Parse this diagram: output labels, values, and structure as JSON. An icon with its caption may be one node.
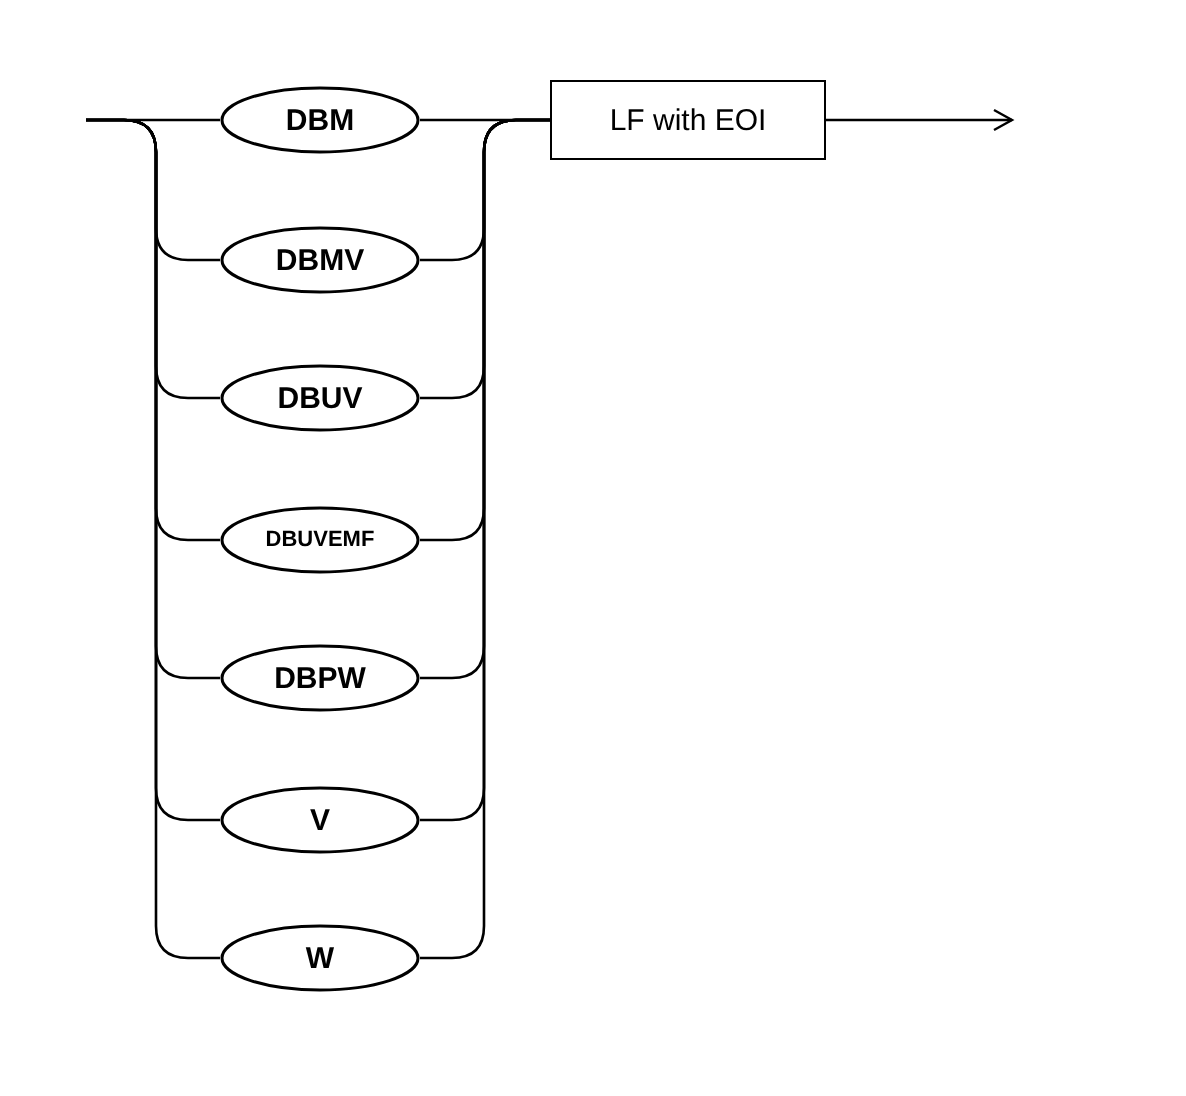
{
  "diagram": {
    "nodes": [
      {
        "text": [
          "DBM"
        ]
      },
      {
        "text": [
          "DBMV"
        ]
      },
      {
        "text": [
          "DBUV"
        ]
      },
      {
        "text": [
          "DBUVEMF"
        ]
      },
      {
        "text": [
          "DBPW"
        ]
      },
      {
        "text": [
          "V"
        ]
      },
      {
        "text": [
          "W"
        ]
      },
      {
        "text": [
          "LF with EOI"
        ]
      }
    ],
    "edges": [
      {
        "from": null,
        "to": 0,
        "arrow": "none"
      },
      {
        "from": null,
        "to": 1,
        "arrow": "none"
      },
      {
        "from": null,
        "to": 2,
        "arrow": "none"
      },
      {
        "from": null,
        "to": 3,
        "arrow": "none"
      },
      {
        "from": null,
        "to": 4,
        "arrow": "none"
      },
      {
        "from": null,
        "to": 5,
        "arrow": "none"
      },
      {
        "from": null,
        "to": 6,
        "arrow": "none"
      },
      {
        "from": 0,
        "to": 7,
        "arrow": "none"
      },
      {
        "from": 1,
        "to": 7,
        "arrow": "none"
      },
      {
        "from": 2,
        "to": 7,
        "arrow": "none"
      },
      {
        "from": 3,
        "to": 7,
        "arrow": "none"
      },
      {
        "from": 4,
        "to": 7,
        "arrow": "none"
      },
      {
        "from": 5,
        "to": 7,
        "arrow": "none"
      },
      {
        "from": 6,
        "to": 7,
        "arrow": "none"
      },
      {
        "from": 7,
        "to": null,
        "arrow": "to"
      }
    ]
  }
}
